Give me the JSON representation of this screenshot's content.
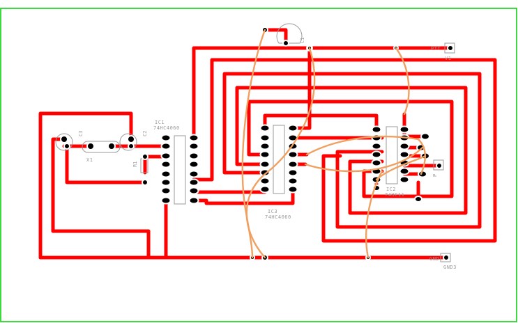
{
  "board": {
    "border_color": "#00cc00",
    "trace_color": "#ff0000",
    "jumper_color": "#f0a060",
    "silk_color": "#9a9a9a"
  },
  "labels": {
    "ic1_ref": "IC1",
    "ic1_part": "74HC4060",
    "ic2_ref": "IC2",
    "ic2_part": "74HC11",
    "ic3_ref": "IC3",
    "ic3_part": "74HC4060",
    "x1": "X1",
    "r1": "R1",
    "c1": "C1",
    "c2": "C2",
    "c3": "C3",
    "v1_net": "PTT",
    "v1_ref": "V1",
    "gnd_net": "GND",
    "gnd_ref": "GND3",
    "p_ref": "P"
  }
}
